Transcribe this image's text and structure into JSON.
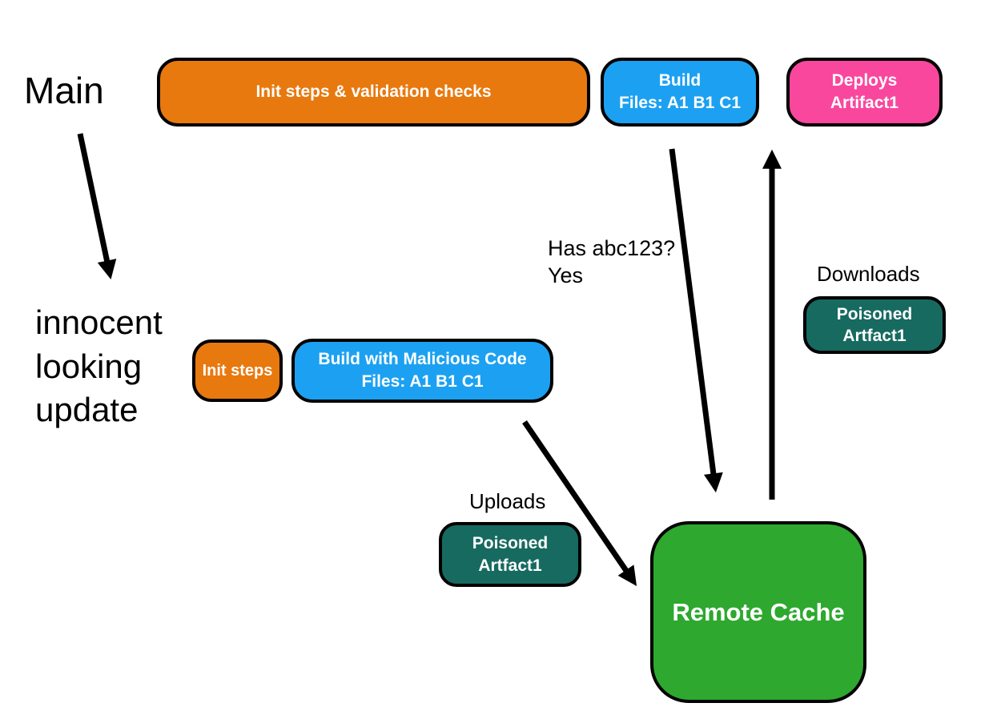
{
  "labels": {
    "main": "Main",
    "update": "innocent looking update",
    "has_hash_q": "Has abc123?",
    "has_hash_a": "Yes",
    "downloads": "Downloads",
    "uploads": "Uploads"
  },
  "main_pipeline": {
    "init_box": "Init steps & validation checks",
    "build_box": {
      "line1": "Build",
      "line2": "Files: A1 B1 C1"
    },
    "deploy_box": {
      "line1": "Deploys",
      "line2": "Artifact1"
    }
  },
  "update_pipeline": {
    "init_box": "Init steps",
    "build_box": {
      "line1": "Build with Malicious Code",
      "line2": "Files: A1 B1 C1"
    }
  },
  "artifacts": {
    "uploaded": {
      "line1": "Poisoned",
      "line2": "Artfact1"
    },
    "downloaded": {
      "line1": "Poisoned",
      "line2": "Artfact1"
    }
  },
  "cache": {
    "label": "Remote Cache"
  },
  "colors": {
    "orange": "#E8790F",
    "blue": "#1CA1F2",
    "pink": "#F9479E",
    "teal": "#176A60",
    "green": "#2EA82F",
    "arrow": "#000000",
    "label_text": "#000000",
    "node_text": "#FFFFFF",
    "node_border": "#000000",
    "background": "#FFFFFF"
  }
}
